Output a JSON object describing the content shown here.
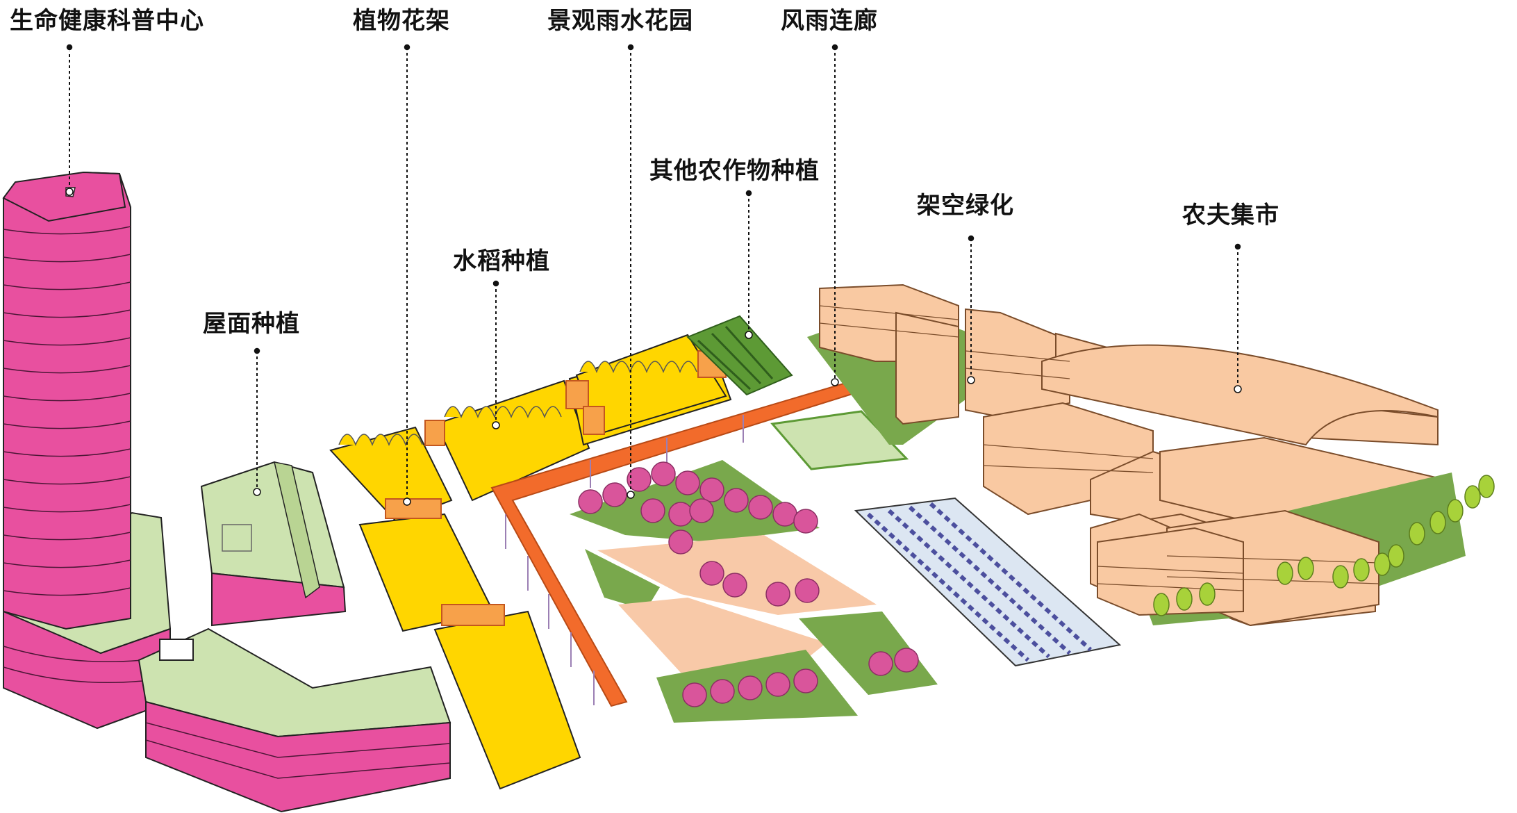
{
  "colors": {
    "pink": "#E8509F",
    "pink_dark": "#C83A86",
    "roof_green": "#CDE3B0",
    "grass": "#79A84C",
    "yellow": "#FFD600",
    "yellow_dark": "#F2B705",
    "orange": "#F26B2B",
    "peach": "#F9C9A2",
    "peach_dark": "#E8A978",
    "plaza": "#F8C9A8",
    "crop_green": "#3E7D2A",
    "purple_crop": "#5D5FA8",
    "tree_pink": "#D9559B",
    "tree_green": "#A8D23A"
  },
  "labels": {
    "life_center": "生命健康科普中心",
    "plant_trellis": "植物花架",
    "rain_garden": "景观雨水花园",
    "covered_corridor": "风雨连廊",
    "roof_planting": "屋面种植",
    "rice_planting": "水稻种植",
    "other_crops": "其他农作物种植",
    "stilt_greening": "架空绿化",
    "farmers_market": "农夫集市"
  }
}
